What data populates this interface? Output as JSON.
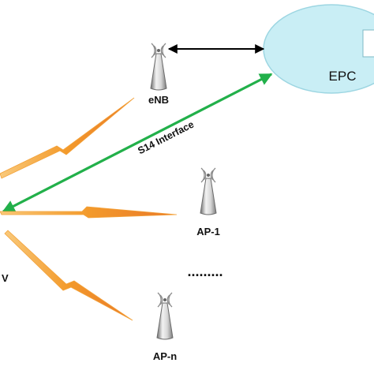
{
  "diagram": {
    "cloud_label": "EPC",
    "nodes": {
      "enb": {
        "label": "eNB"
      },
      "ap1": {
        "label": "AP-1"
      },
      "apn": {
        "label": "AP-n"
      },
      "ue_partial": {
        "label": "V"
      }
    },
    "links": {
      "s14": {
        "label": "S14 Interface"
      }
    },
    "ellipsis": ".........",
    "colors": {
      "cloud_fill": "#c9eef5",
      "cloud_stroke": "#9dd6e2",
      "s14_line": "#22b04a",
      "wireless_orange": "#f5a623",
      "antenna_gray": "#8a8a8a",
      "arrow_black": "#000000"
    },
    "icons": [
      "antenna-tower-icon",
      "lightning-link-icon",
      "cloud-icon"
    ]
  }
}
